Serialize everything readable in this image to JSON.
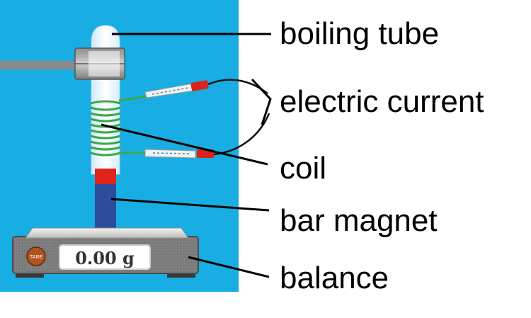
{
  "labels": {
    "boiling_tube": "boiling tube",
    "electric_current": "electric current",
    "coil": "coil",
    "bar_magnet": "bar magnet",
    "balance": "balance"
  },
  "balance_display": {
    "reading": "0.00 g",
    "tare_button": "TARE"
  },
  "colors": {
    "background_panel": "#19aee3",
    "coil": "#3aa84a",
    "magnet_north": "#e0241b",
    "magnet_south": "#2b4d9b",
    "clip_tip": "#d9231c",
    "balance_body": "#7d7d7d",
    "tare_button": "#b5531e"
  }
}
